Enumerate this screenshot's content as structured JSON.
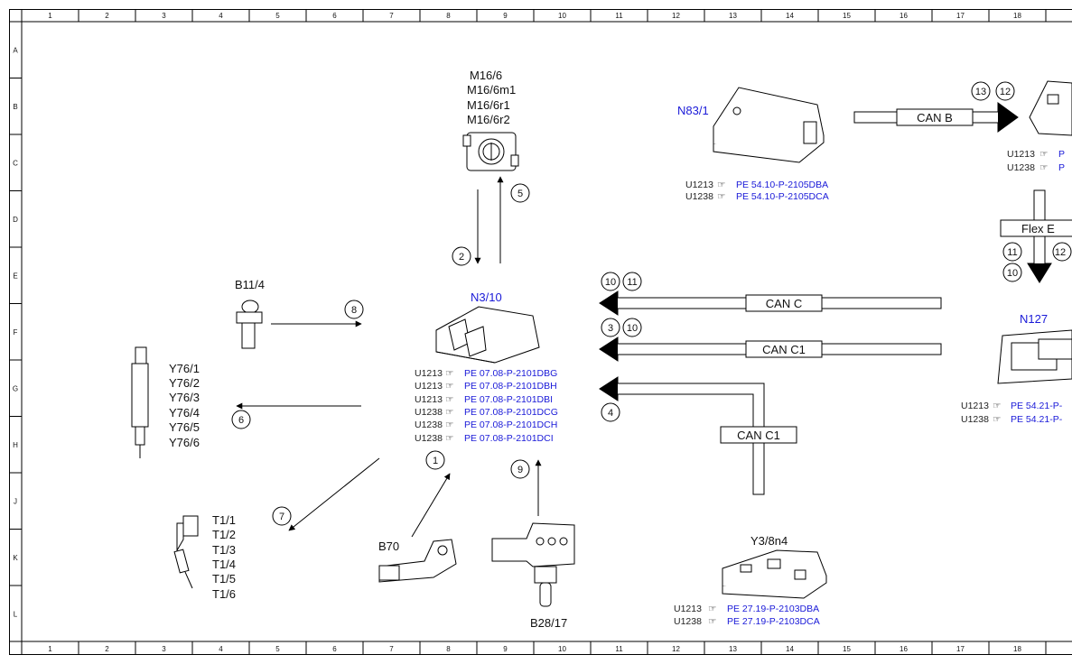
{
  "grid": {
    "columns": [
      "1",
      "2",
      "3",
      "4",
      "5",
      "6",
      "7",
      "8",
      "9",
      "10",
      "11",
      "12",
      "13",
      "14",
      "15",
      "16",
      "17",
      "18"
    ],
    "rows": [
      "A",
      "B",
      "C",
      "D",
      "E",
      "F",
      "G",
      "H",
      "J",
      "K",
      "L"
    ]
  },
  "components": {
    "m16": {
      "labels": [
        "M16/6",
        "M16/6m1",
        "M16/6r1",
        "M16/6r2"
      ]
    },
    "n83": {
      "label": "N83/1",
      "refs": [
        {
          "code": "U1213",
          "doc": "PE 54.10-P-2105DBA"
        },
        {
          "code": "U1238",
          "doc": "PE 54.10-P-2105DCA"
        }
      ]
    },
    "right_unit": {
      "refs": [
        {
          "code": "U1213",
          "doc": "P"
        },
        {
          "code": "U1238",
          "doc": "P"
        }
      ]
    },
    "n310": {
      "label": "N3/10",
      "refs": [
        {
          "code": "U1213",
          "doc": "PE 07.08-P-2101DBG"
        },
        {
          "code": "U1213",
          "doc": "PE 07.08-P-2101DBH"
        },
        {
          "code": "U1213",
          "doc": "PE 07.08-P-2101DBI"
        },
        {
          "code": "U1238",
          "doc": "PE 07.08-P-2101DCG"
        },
        {
          "code": "U1238",
          "doc": "PE 07.08-P-2101DCH"
        },
        {
          "code": "U1238",
          "doc": "PE 07.08-P-2101DCI"
        }
      ]
    },
    "n127": {
      "label": "N127",
      "refs": [
        {
          "code": "U1213",
          "doc": "PE 54.21-P-"
        },
        {
          "code": "U1238",
          "doc": "PE 54.21-P-"
        }
      ]
    },
    "y3": {
      "label": "Y3/8n4",
      "refs": [
        {
          "code": "U1213",
          "doc": "PE 27.19-P-2103DBA"
        },
        {
          "code": "U1238",
          "doc": "PE 27.19-P-2103DCA"
        }
      ]
    },
    "b114": {
      "label": "B11/4"
    },
    "y76": {
      "labels": [
        "Y76/1",
        "Y76/2",
        "Y76/3",
        "Y76/4",
        "Y76/5",
        "Y76/6"
      ]
    },
    "t1": {
      "labels": [
        "T1/1",
        "T1/2",
        "T1/3",
        "T1/4",
        "T1/5",
        "T1/6"
      ]
    },
    "b70": {
      "label": "B70"
    },
    "b2817": {
      "label": "B28/17"
    }
  },
  "buses": {
    "can_b": "CAN B",
    "flex_e": "Flex E",
    "can_c": "CAN C",
    "can_c1_a": "CAN C1",
    "can_c1_b": "CAN C1"
  },
  "circles": {
    "c1": "1",
    "c2": "2",
    "c3": "3",
    "c4": "4",
    "c5": "5",
    "c6": "6",
    "c7": "7",
    "c8": "8",
    "c9": "9",
    "c10a": "10",
    "c10b": "10",
    "c10c": "10",
    "c11a": "11",
    "c11b": "11",
    "c12a": "12",
    "c12b": "12",
    "c13": "13"
  }
}
